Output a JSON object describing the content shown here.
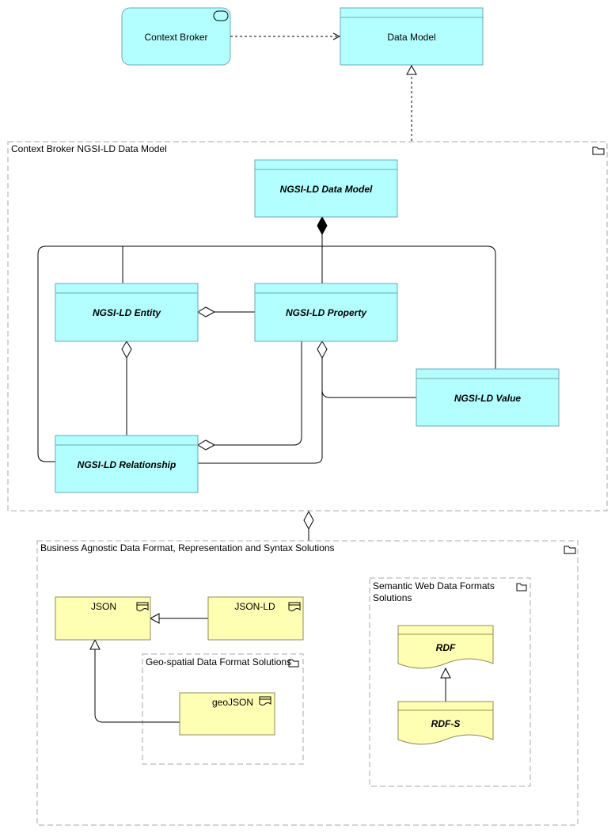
{
  "top": {
    "context_broker": "Context Broker",
    "data_model": "Data Model"
  },
  "ngsi_group": {
    "title": "Context Broker NGSI-LD Data Model",
    "data_model": "NGSI-LD Data Model",
    "entity": "NGSI-LD Entity",
    "property": "NGSI-LD Property",
    "value": "NGSI-LD Value",
    "relationship": "NGSI-LD Relationship"
  },
  "agnostic_group": {
    "title": "Business Agnostic Data Format, Representation and Syntax Solutions",
    "json": "JSON",
    "json_ld": "JSON-LD",
    "geo_group_title": "Geo-spatial Data Format Solutions",
    "geojson": "geoJSON",
    "semantic_group_title_line1": "Semantic Web Data Formats",
    "semantic_group_title_line2": "Solutions",
    "rdf": "RDF",
    "rdfs": "RDF-S"
  },
  "colors": {
    "application_fill": "#b3ffff",
    "artifact_fill": "#ffffb3",
    "group_border": "#a8a8a8"
  }
}
